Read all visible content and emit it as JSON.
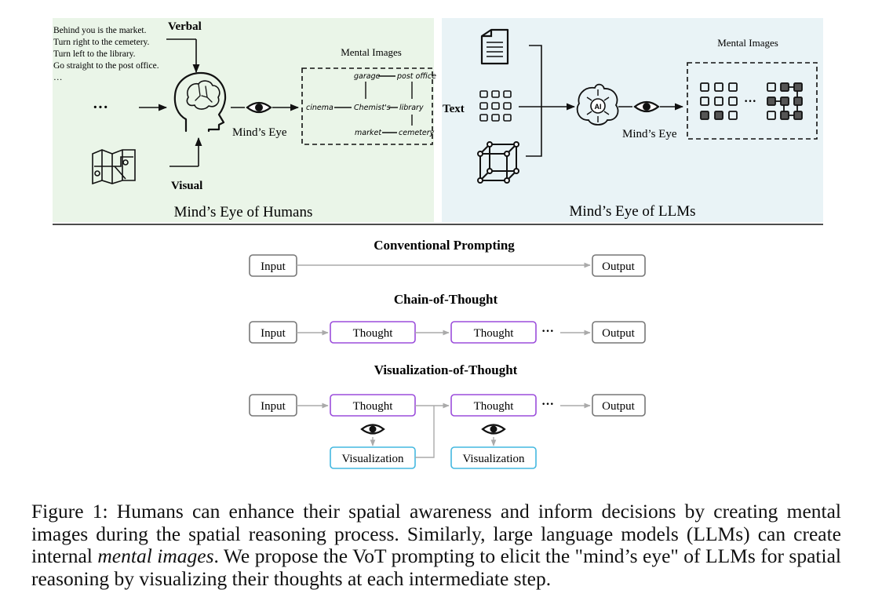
{
  "humans_panel": {
    "verbal_lines": [
      "Behind you is the market.",
      "Turn right to the cemetery.",
      "Turn left to the library.",
      "Go straight to the post office.",
      "…"
    ],
    "verbal_label": "Verbal",
    "visual_label": "Visual",
    "ellipsis": "···",
    "minds_eye_label": "Mind’s Eye",
    "mental_images_title": "Mental Images",
    "map_labels": {
      "garage": "garage",
      "post_office": "post office",
      "cinema": "cinema",
      "chemists": "Chemist's",
      "library": "library",
      "market": "market",
      "cemetery": "cemetery"
    },
    "title": "Mind’s Eye of Humans"
  },
  "llms_panel": {
    "text_label": "Text",
    "ai_label": "AI",
    "minds_eye_label": "Mind’s Eye",
    "mental_images_title": "Mental Images",
    "ellipsis": "···",
    "title": "Mind’s Eye of LLMs"
  },
  "conventional": {
    "title": "Conventional Prompting",
    "input": "Input",
    "output": "Output"
  },
  "cot": {
    "title": "Chain-of-Thought",
    "input": "Input",
    "thought1": "Thought",
    "thought2": "Thought",
    "ellipsis": "···",
    "output": "Output"
  },
  "vot": {
    "title": "Visualization-of-Thought",
    "input": "Input",
    "thought1": "Thought",
    "thought2": "Thought",
    "ellipsis": "···",
    "output": "Output",
    "viz1": "Visualization",
    "viz2": "Visualization"
  },
  "colors": {
    "humans_bg": "#eaf5e8",
    "llms_bg": "#e9f3f6",
    "thought_border": "#9b4ddb",
    "visualization_border": "#44b8e0",
    "neutral_border": "#777777",
    "arrow_gray": "#aaaaaa"
  },
  "caption": {
    "prefix": "Figure 1: Humans can enhance their spatial awareness and inform decisions by creating mental images during the spatial reasoning process. Similarly, large language models (LLMs) can create internal ",
    "emphasis": "mental images",
    "suffix": ". We propose the VoT prompting to elicit the \"mind’s eye\" of LLMs for spatial reasoning by visualizing their thoughts at each intermediate step."
  }
}
